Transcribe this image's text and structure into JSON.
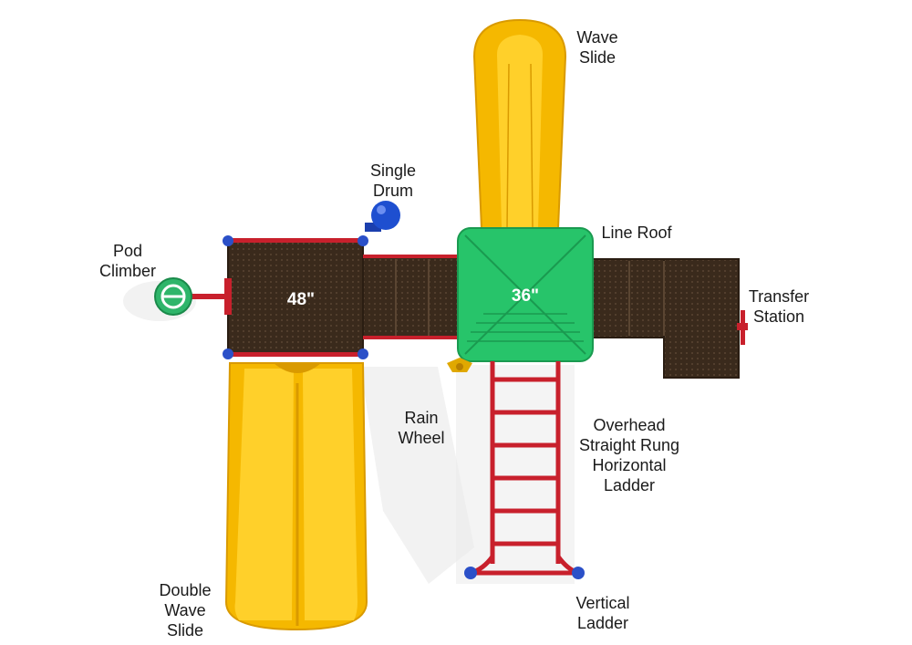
{
  "labels": {
    "wave_slide": [
      "Wave",
      "Slide"
    ],
    "single_drum": [
      "Single",
      "Drum"
    ],
    "line_roof": [
      "Line Roof"
    ],
    "pod_climber": [
      "Pod",
      "Climber"
    ],
    "transfer_station": [
      "Transfer",
      "Station"
    ],
    "rain_wheel": [
      "Rain",
      "Wheel"
    ],
    "horizontal_ladder": [
      "Overhead",
      "Straight Rung",
      "Horizontal",
      "Ladder"
    ],
    "double_wave_slide": [
      "Double",
      "Wave",
      "Slide"
    ],
    "vertical_ladder": [
      "Vertical",
      "Ladder"
    ]
  },
  "deck_heights": {
    "left_deck": "48\"",
    "center_deck": "36\""
  },
  "colors": {
    "slide": "#f5b800",
    "slide_shade": "#d99a00",
    "deck": "#3a2a1c",
    "roof": "#27c46a",
    "roof_dark": "#1a9a50",
    "frame": "#c8202c",
    "clamp": "#2b50c8",
    "pod": "#2fb56a"
  }
}
